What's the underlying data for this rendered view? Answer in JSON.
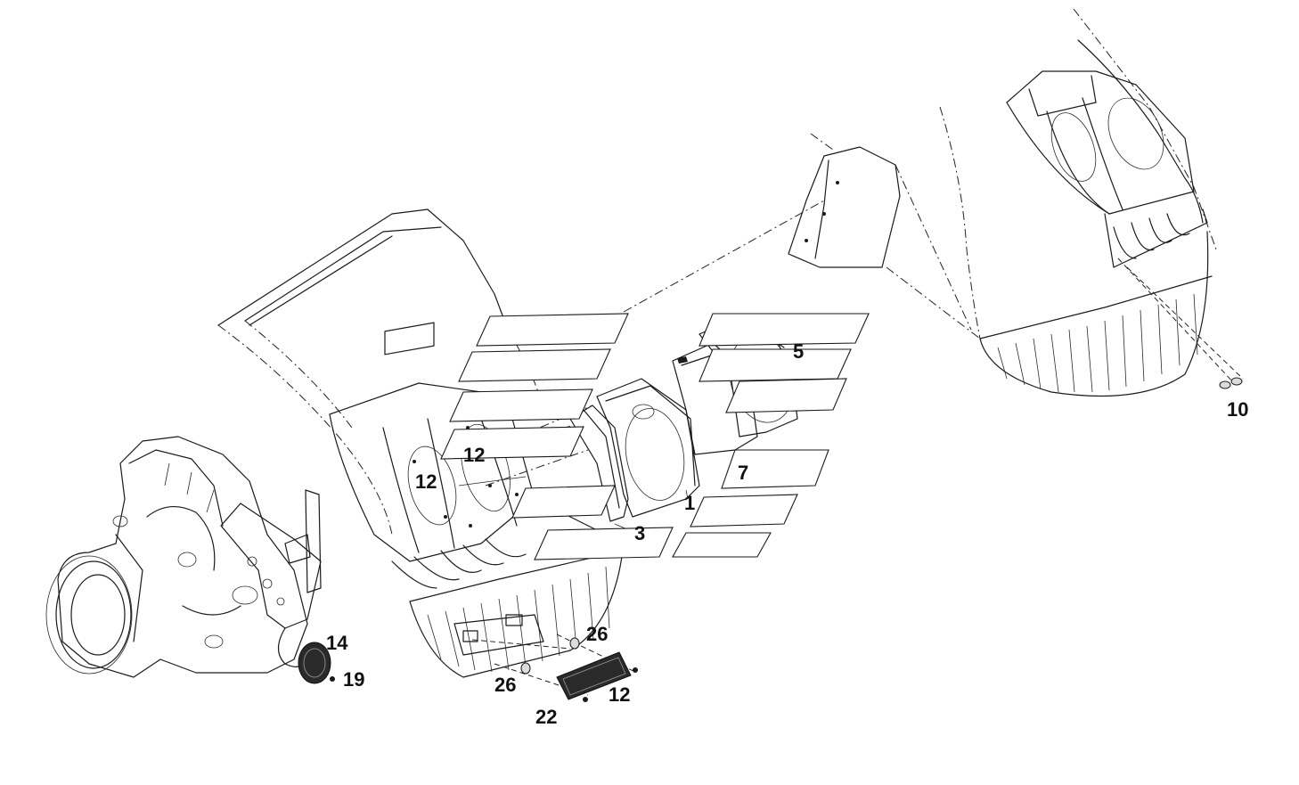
{
  "diagram": {
    "callouts": [
      {
        "id": "c5",
        "text": "5"
      },
      {
        "id": "c10",
        "text": "10"
      },
      {
        "id": "c12a",
        "text": "12"
      },
      {
        "id": "c12b",
        "text": "12"
      },
      {
        "id": "c7",
        "text": "7"
      },
      {
        "id": "c1",
        "text": "1"
      },
      {
        "id": "c3",
        "text": "3"
      },
      {
        "id": "c14",
        "text": "14"
      },
      {
        "id": "c19",
        "text": "19"
      },
      {
        "id": "c26a",
        "text": "26"
      },
      {
        "id": "c26b",
        "text": "26"
      },
      {
        "id": "c12c",
        "text": "12"
      },
      {
        "id": "c22",
        "text": "22"
      }
    ]
  }
}
